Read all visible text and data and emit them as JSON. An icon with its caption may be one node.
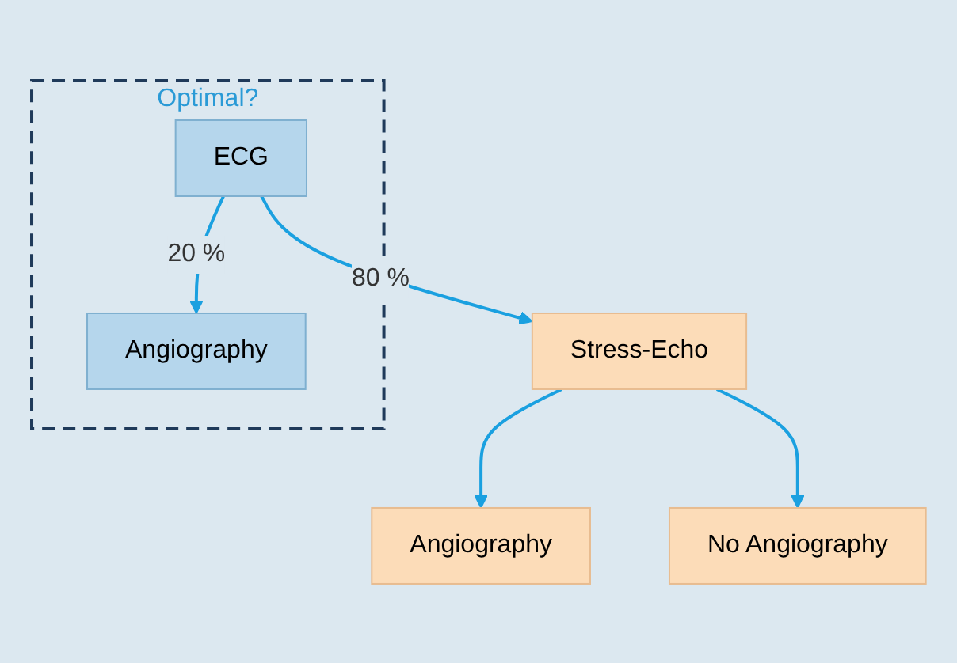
{
  "diagram": {
    "nodes": [
      {
        "text": [
          "Optimal?"
        ]
      },
      {
        "text": [
          "ECG"
        ],
        "in": 0
      },
      {
        "text": [
          "Angiography"
        ],
        "in": 0
      },
      {
        "text": [
          "Stress-Echo"
        ]
      },
      {
        "text": [
          "Angiography"
        ]
      },
      {
        "text": [
          "No Angiography"
        ]
      }
    ],
    "edges": [
      {
        "from": 1,
        "to": 2,
        "arrow": "to",
        "label": "20 %"
      },
      {
        "from": 1,
        "to": 3,
        "arrow": "to",
        "label": "80 %"
      },
      {
        "from": 3,
        "to": 4,
        "arrow": "to"
      },
      {
        "from": 3,
        "to": 5,
        "arrow": "to"
      }
    ]
  }
}
